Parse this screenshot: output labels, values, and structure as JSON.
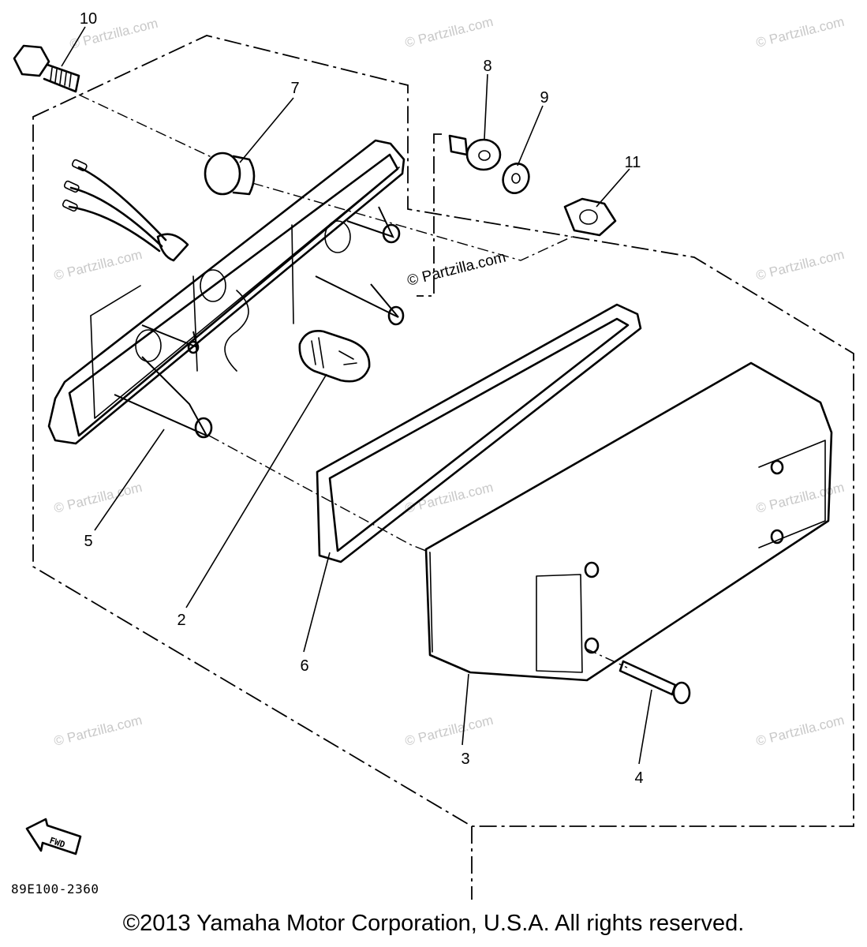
{
  "diagram": {
    "callouts": [
      {
        "label": "10"
      },
      {
        "label": "7"
      },
      {
        "label": "8"
      },
      {
        "label": "9"
      },
      {
        "label": "11"
      },
      {
        "label": "5"
      },
      {
        "label": "2"
      },
      {
        "label": "6"
      },
      {
        "label": "3"
      },
      {
        "label": "4"
      }
    ],
    "watermark": "© Partzilla.com",
    "direction_marker": "FWD",
    "diagram_code": "89E100-2360"
  },
  "footer": {
    "copyright": "©2013 Yamaha Motor Corporation, U.S.A. All rights reserved."
  }
}
